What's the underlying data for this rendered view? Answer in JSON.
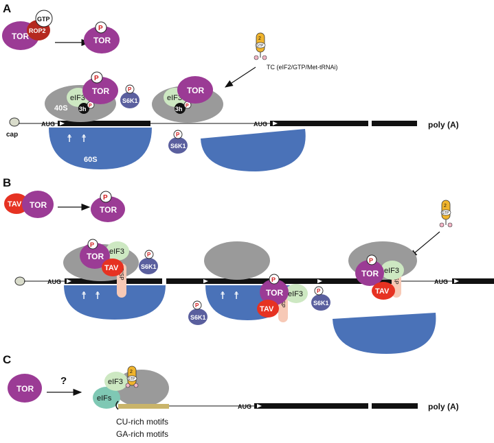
{
  "panels": {
    "a": "A",
    "b": "B",
    "c": "C"
  },
  "labels": {
    "tor": "TOR",
    "rop2": "ROP2",
    "gtp": "GTP",
    "gtp_small": "GTP",
    "p": "P",
    "eif3": "eIF3",
    "eifs": "eIFs",
    "three_h": "3h",
    "s6k1": "S6K1",
    "s40": "40S",
    "s60": "60S",
    "aug": "AUG",
    "cap": "cap",
    "poly_a": "poly (A)",
    "tc": "TC (eIF2/GTP/Met-tRNAi)",
    "tav": "TAV",
    "risp": "RISP",
    "question": "?",
    "trna_2": "2",
    "cu_motifs": "CU-rich motifs",
    "ga_motifs": "GA-rich motifs"
  },
  "colors": {
    "tor": "#9b3b95",
    "rop2": "#b5291f",
    "eif3": "#cde8c2",
    "eifs": "#7fc8b4",
    "s6k1": "#5a5f9e",
    "ribosome_40s": "#9a9a9a",
    "ribosome_60s": "#4a72b8",
    "tav": "#e63222",
    "risp": "#f7c9b6",
    "tc_orange": "#f0b42d",
    "p_red": "#d01c1c",
    "mrna": "#111111",
    "leader": "#c9b46a"
  }
}
